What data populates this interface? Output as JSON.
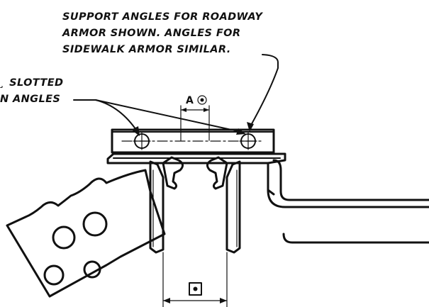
{
  "notes": {
    "support_line1": "SUPPORT ANGLES FOR ROADWAY",
    "support_line2": "ARMOR SHOWN. ANGLES FOR",
    "support_line3": "SIDEWALK ARMOR SIMILAR.",
    "slotted_line1": "¸ SLOTTED",
    "slotted_line2": "N ANGLES"
  },
  "dimensions": {
    "top_label": "A",
    "top_symbol": "concentric-circle-symbol",
    "bottom_symbol": "square-dot-symbol"
  },
  "colors": {
    "ink": "#111111",
    "background": "#ffffff"
  }
}
